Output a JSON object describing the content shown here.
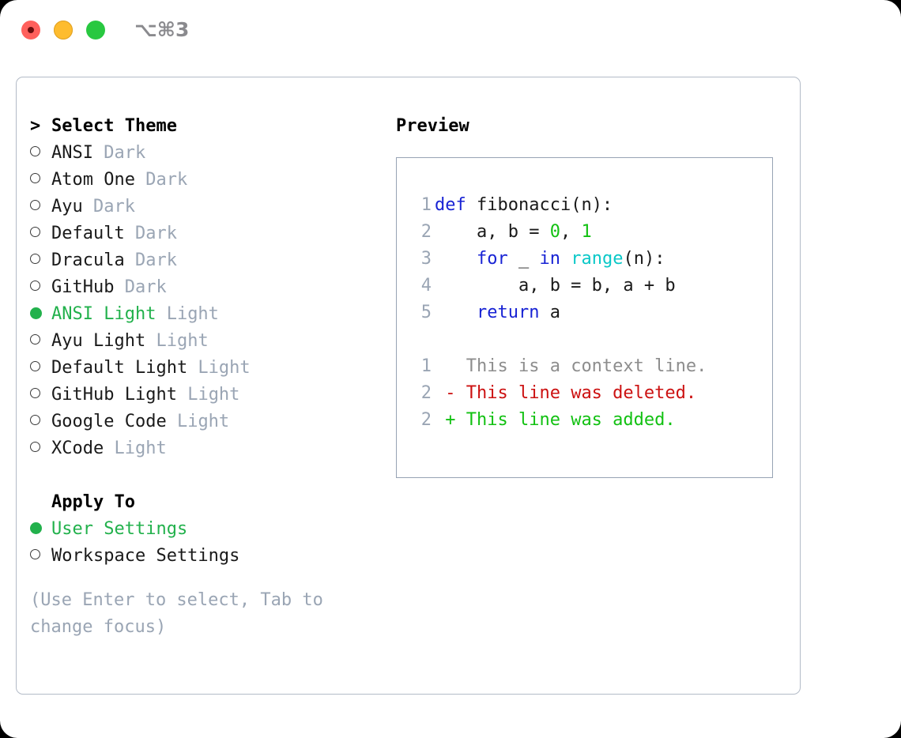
{
  "titlebar": {
    "shortcut": "⌥⌘3",
    "buttons": [
      {
        "name": "close",
        "color": "#ff605c"
      },
      {
        "name": "minimize",
        "color": "#febc2e"
      },
      {
        "name": "maximize",
        "color": "#28c840"
      }
    ]
  },
  "theme_picker": {
    "header_marker": ">",
    "header": "Select Theme",
    "items": [
      {
        "marker": "○",
        "selected": false,
        "name": "ANSI",
        "kind": "Dark"
      },
      {
        "marker": "○",
        "selected": false,
        "name": "Atom One",
        "kind": "Dark"
      },
      {
        "marker": "○",
        "selected": false,
        "name": "Ayu",
        "kind": "Dark"
      },
      {
        "marker": "○",
        "selected": false,
        "name": "Default",
        "kind": "Dark"
      },
      {
        "marker": "○",
        "selected": false,
        "name": "Dracula",
        "kind": "Dark"
      },
      {
        "marker": "○",
        "selected": false,
        "name": "GitHub",
        "kind": "Dark"
      },
      {
        "marker": "●",
        "selected": true,
        "name": "ANSI Light",
        "kind": "Light"
      },
      {
        "marker": "○",
        "selected": false,
        "name": "Ayu Light",
        "kind": "Light"
      },
      {
        "marker": "○",
        "selected": false,
        "name": "Default Light",
        "kind": "Light"
      },
      {
        "marker": "○",
        "selected": false,
        "name": "GitHub Light",
        "kind": "Light"
      },
      {
        "marker": "○",
        "selected": false,
        "name": "Google Code",
        "kind": "Light"
      },
      {
        "marker": "○",
        "selected": false,
        "name": "XCode",
        "kind": "Light"
      }
    ]
  },
  "apply_to": {
    "header": "Apply To",
    "options": [
      {
        "marker": "●",
        "selected": true,
        "label": "User Settings"
      },
      {
        "marker": "○",
        "selected": false,
        "label": "Workspace Settings"
      }
    ]
  },
  "hint": "(Use Enter to select, Tab to change focus)",
  "preview": {
    "title": "Preview",
    "code_lines": [
      {
        "num": "1",
        "tokens": [
          {
            "t": "def",
            "c": "kw"
          },
          {
            "t": " fibonacci(n):",
            "c": "plain"
          }
        ]
      },
      {
        "num": "2",
        "tokens": [
          {
            "t": "    a, b = ",
            "c": "plain"
          },
          {
            "t": "0",
            "c": "num"
          },
          {
            "t": ", ",
            "c": "plain"
          },
          {
            "t": "1",
            "c": "num"
          }
        ]
      },
      {
        "num": "3",
        "tokens": [
          {
            "t": "    ",
            "c": "plain"
          },
          {
            "t": "for",
            "c": "kw"
          },
          {
            "t": " _ ",
            "c": "plain"
          },
          {
            "t": "in",
            "c": "kw"
          },
          {
            "t": " ",
            "c": "plain"
          },
          {
            "t": "range",
            "c": "fn"
          },
          {
            "t": "(n):",
            "c": "plain"
          }
        ]
      },
      {
        "num": "4",
        "tokens": [
          {
            "t": "        a, b = b, a + b",
            "c": "plain"
          }
        ]
      },
      {
        "num": "5",
        "tokens": [
          {
            "t": "    ",
            "c": "plain"
          },
          {
            "t": "return",
            "c": "kw"
          },
          {
            "t": " a",
            "c": "plain"
          }
        ]
      }
    ],
    "diff_lines": [
      {
        "num": "1",
        "sign": " ",
        "text": " This is a context line.",
        "c": "ctx"
      },
      {
        "num": "2",
        "sign": "-",
        "text": " This line was deleted.",
        "c": "del"
      },
      {
        "num": "2",
        "sign": "+",
        "text": " This line was added.",
        "c": "add"
      }
    ]
  },
  "colors": {
    "selection_green": "#22b14c",
    "muted_gray": "#9aa5b4",
    "keyword_blue": "#1823d4",
    "function_cyan": "#0ac8c8",
    "number_green": "#12c112",
    "diff_removed": "#cc1111",
    "diff_added": "#12c112",
    "panel_border": "#b3bbc7",
    "preview_border": "#97a3b4"
  }
}
